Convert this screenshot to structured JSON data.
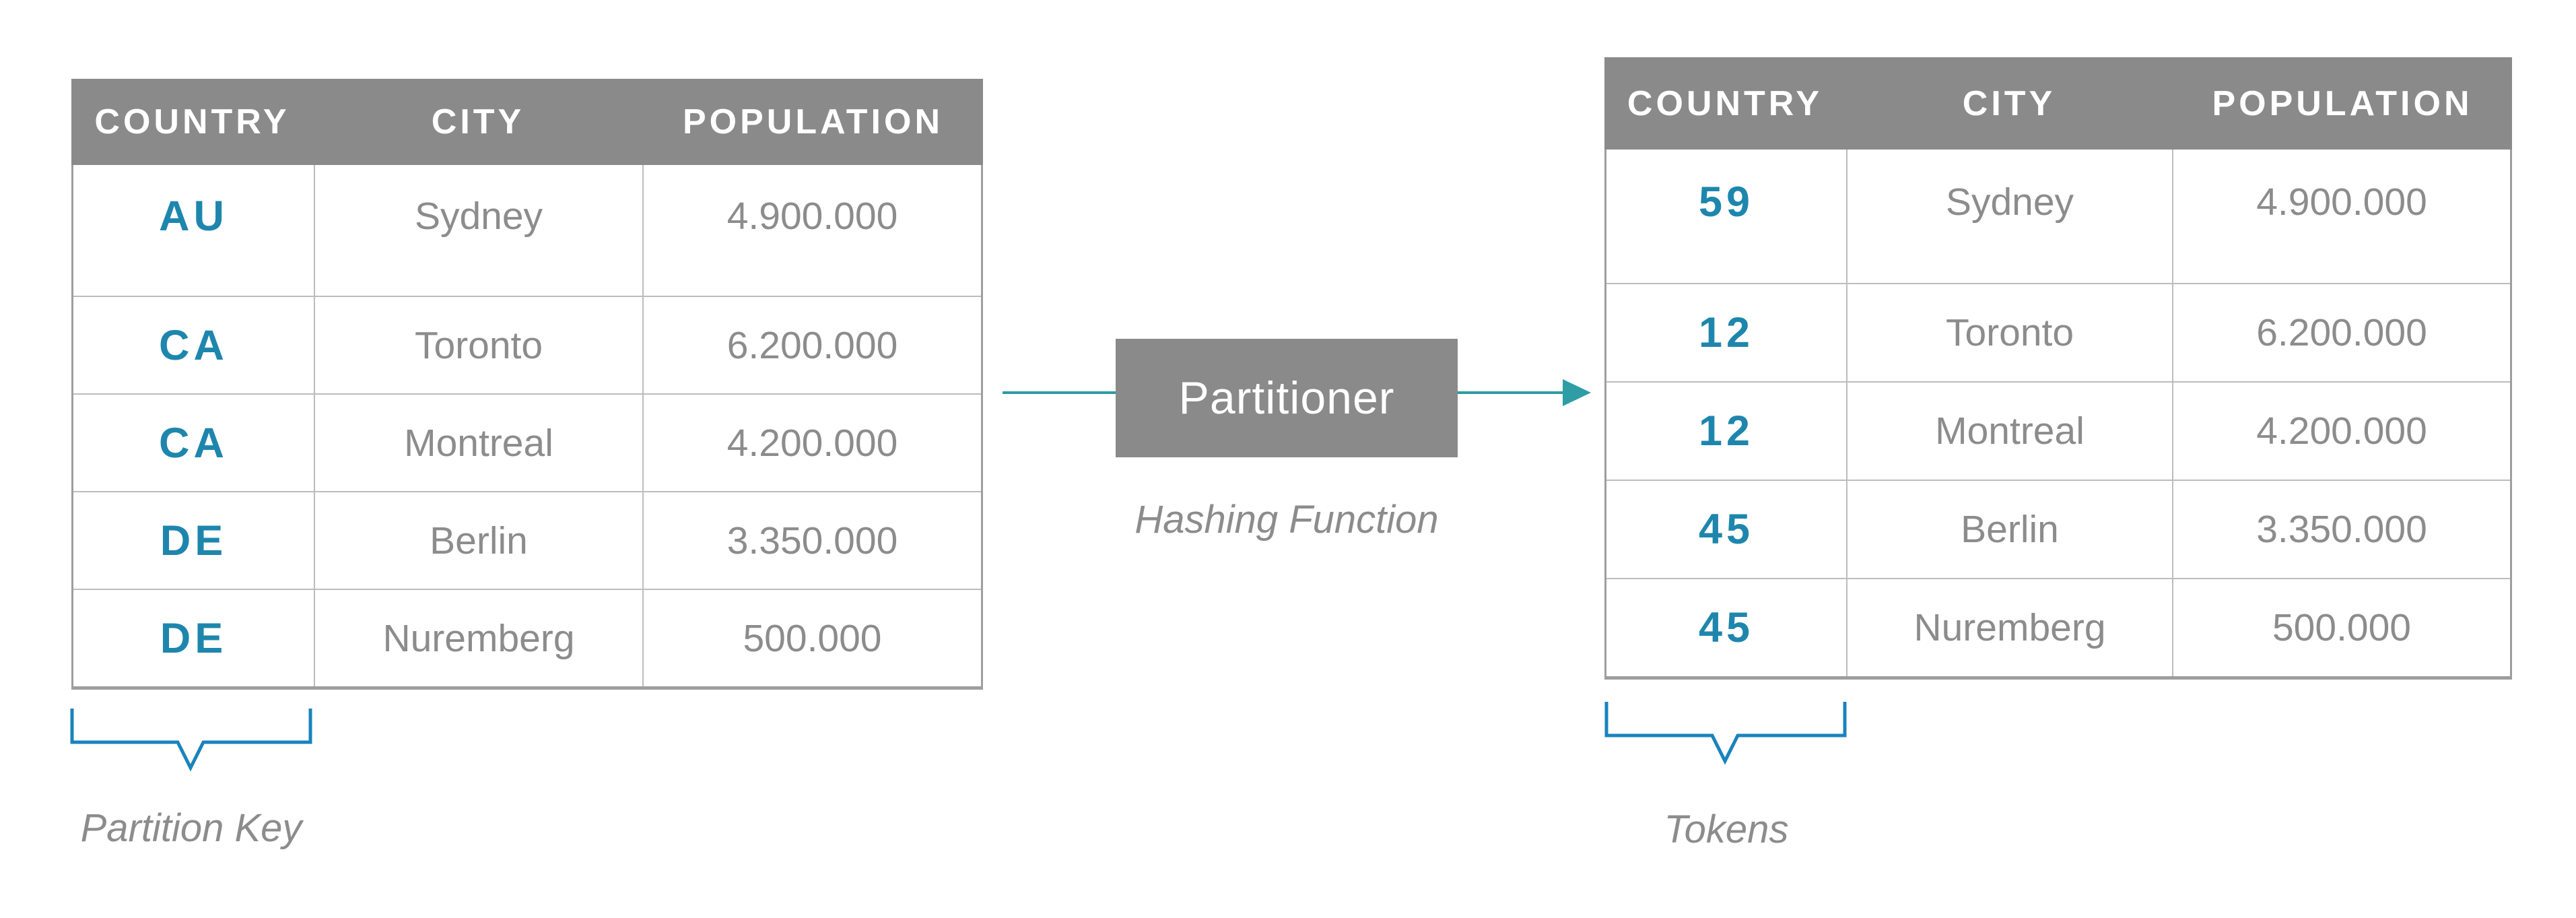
{
  "diagram": {
    "left_table": {
      "columns": [
        "COUNTRY",
        "CITY",
        "POPULATION"
      ],
      "rows": [
        {
          "country": "AU",
          "city": "Sydney",
          "population": "4.900.000"
        },
        {
          "country": "CA",
          "city": "Toronto",
          "population": "6.200.000"
        },
        {
          "country": "CA",
          "city": "Montreal",
          "population": "4.200.000"
        },
        {
          "country": "DE",
          "city": "Berlin",
          "population": "3.350.000"
        },
        {
          "country": "DE",
          "city": "Nuremberg",
          "population": "500.000"
        }
      ],
      "caption": "Partition Key"
    },
    "right_table": {
      "columns": [
        "COUNTRY",
        "CITY",
        "POPULATION"
      ],
      "rows": [
        {
          "country": "59",
          "city": "Sydney",
          "population": "4.900.000"
        },
        {
          "country": "12",
          "city": "Toronto",
          "population": "6.200.000"
        },
        {
          "country": "12",
          "city": "Montreal",
          "population": "4.200.000"
        },
        {
          "country": "45",
          "city": "Berlin",
          "population": "3.350.000"
        },
        {
          "country": "45",
          "city": "Nuremberg",
          "population": "500.000"
        }
      ],
      "caption": "Tokens"
    },
    "partitioner": {
      "label": "Partitioner",
      "caption": "Hashing Function"
    },
    "colors": {
      "header_gray": "#8a8a8a",
      "cell_text_gray": "#8c8c8c",
      "key_blue": "#1e86ad",
      "brace_blue": "#1a83bc",
      "arrow_teal": "#2e9da6",
      "border_light": "#bcbcbc",
      "border_dark": "#9e9e9e"
    }
  }
}
